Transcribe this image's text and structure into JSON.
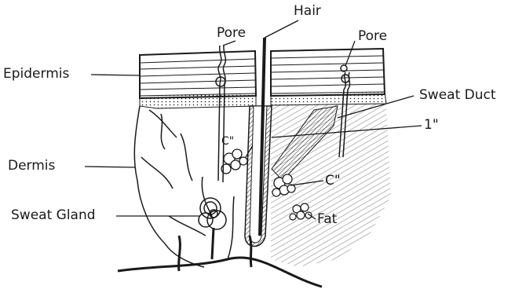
{
  "labels": {
    "hair": "Hair",
    "pore_left": "Pore",
    "pore_right": "Pore",
    "epidermis": "Epidermis",
    "sweat_duct": "Sweat Duct",
    "one_double_prime": "1\"",
    "c_double_prime_left": "C\"",
    "c_double_prime_right": "C\"",
    "dermis": "Dermis",
    "sweat_gland": "Sweat Gland",
    "fat": "Fat"
  },
  "colors": {
    "ink": "#1a1a1a",
    "background": "#ffffff"
  }
}
